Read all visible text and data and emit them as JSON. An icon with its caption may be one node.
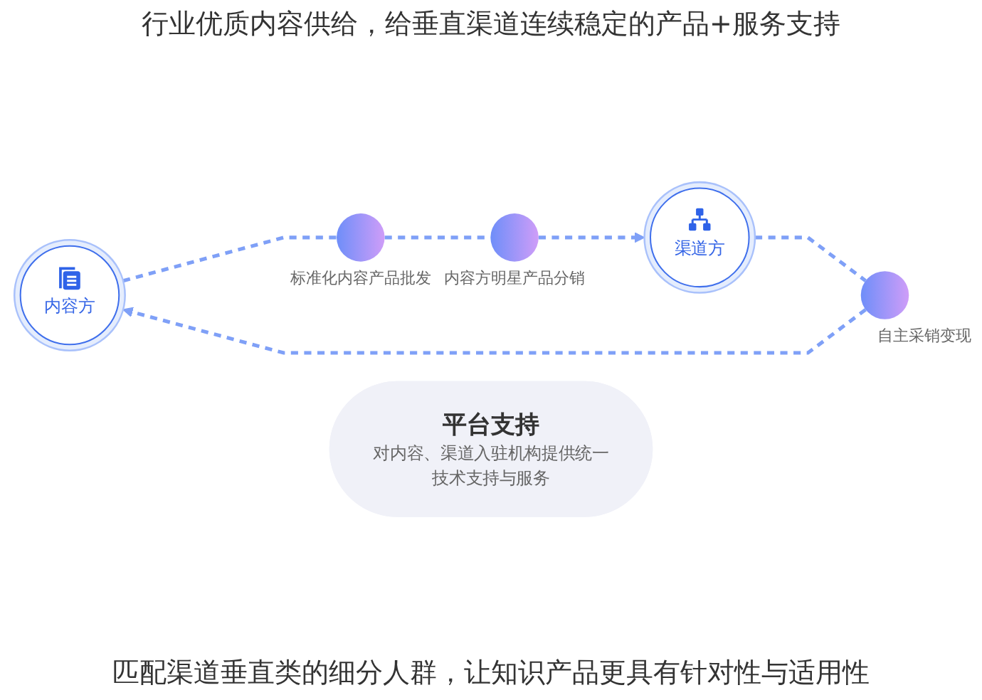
{
  "diagram": {
    "title": "行业优质内容供给，给垂直渠道连续稳定的产品+服务支持",
    "caption": "匹配渠道垂直类的细分人群，让知识产品更具有针对性与适用性",
    "nodes": [
      {
        "text": [],
        "shape": "circle",
        "beside": [
          "标准化内容产品批发"
        ]
      },
      {
        "text": [],
        "shape": "circle",
        "beside": [
          "内容方明星产品分销"
        ]
      },
      {
        "text": [
          "内容方"
        ]
      },
      {
        "text": [
          "平台支持",
          "对内容、渠道入驻机构提供统一技术支持与服务"
        ]
      },
      {
        "text": [
          "渠道方"
        ]
      },
      {
        "text": [],
        "shape": "circle",
        "beside": [
          "自主采销变现"
        ]
      }
    ],
    "edges": [
      {
        "from": 2,
        "to": 0,
        "arrow": "none",
        "style": "dashed"
      },
      {
        "from": 0,
        "to": 1,
        "arrow": "none",
        "style": "dashed"
      },
      {
        "from": 1,
        "to": 4,
        "arrow": "to",
        "style": "dashed"
      },
      {
        "from": 4,
        "to": 5,
        "arrow": "none",
        "style": "dashed"
      },
      {
        "from": 5,
        "to": 2,
        "arrow": "to",
        "style": "dashed"
      }
    ]
  }
}
